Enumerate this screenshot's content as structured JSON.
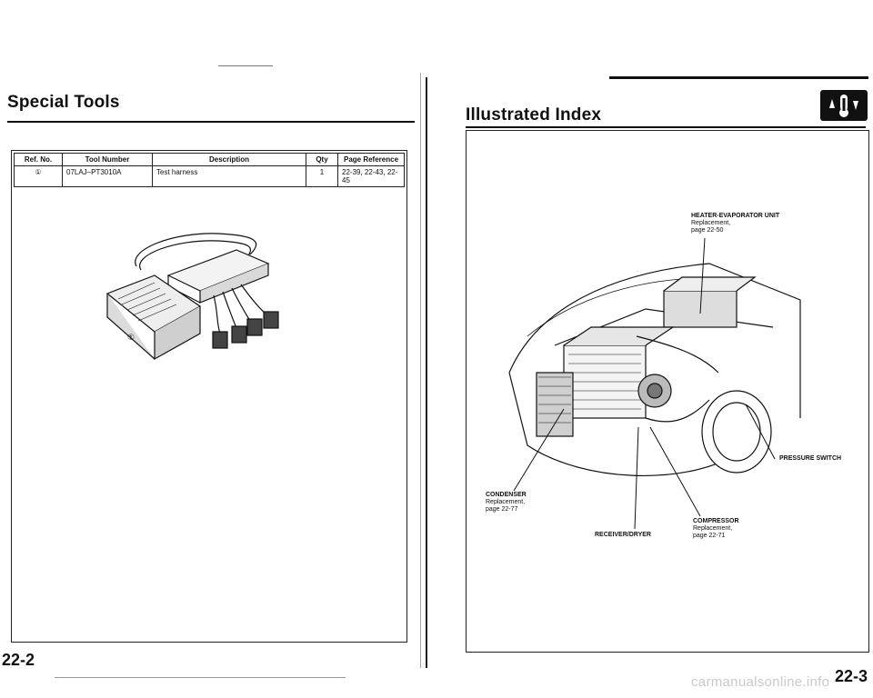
{
  "left_page": {
    "title": "Special Tools",
    "page_number": "22-2",
    "table": {
      "headers": [
        "Ref. No.",
        "Tool Number",
        "Description",
        "Qty",
        "Page Reference"
      ],
      "rows": [
        {
          "ref": "①",
          "tool_number": "07LAJ–PT3010A",
          "description": "Test harness",
          "qty": "1",
          "page_ref": "22-39, 22-43, 22-45"
        }
      ]
    },
    "figure_ref": "①"
  },
  "right_page": {
    "title": "Illustrated Index",
    "page_number": "22-3",
    "callouts": {
      "heater": {
        "title": "HEATER-EVAPORATOR UNIT",
        "line1": "Replacement,",
        "line2": "page 22-50"
      },
      "pressure_switch": {
        "title": "PRESSURE SWITCH"
      },
      "condenser": {
        "title": "CONDENSER",
        "line1": "Replacement,",
        "line2": "page 22-77"
      },
      "receiver": {
        "title": "RECEIVER/DRYER"
      },
      "compressor": {
        "title": "COMPRESSOR",
        "line1": "Replacement,",
        "line2": "page 22-71"
      }
    }
  },
  "watermark": "carmanualsonline.info"
}
